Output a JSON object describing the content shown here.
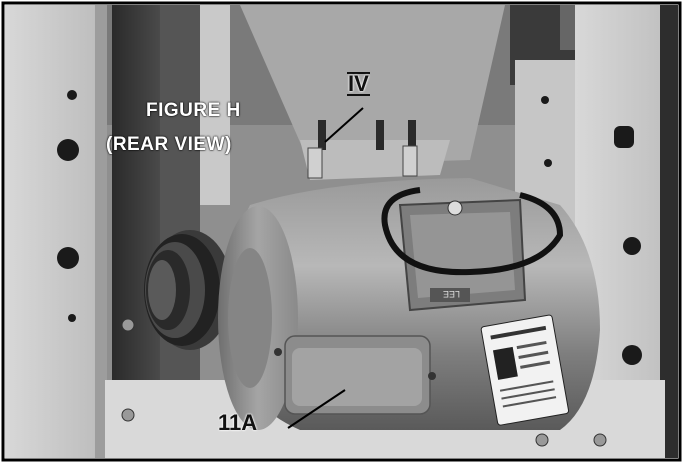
{
  "figure": {
    "title": "FIGURE H",
    "subtitle": "(REAR VIEW)"
  },
  "callouts": {
    "iv": "IV",
    "part": "11A"
  },
  "nameplate": {
    "brand_text": "LEE"
  }
}
